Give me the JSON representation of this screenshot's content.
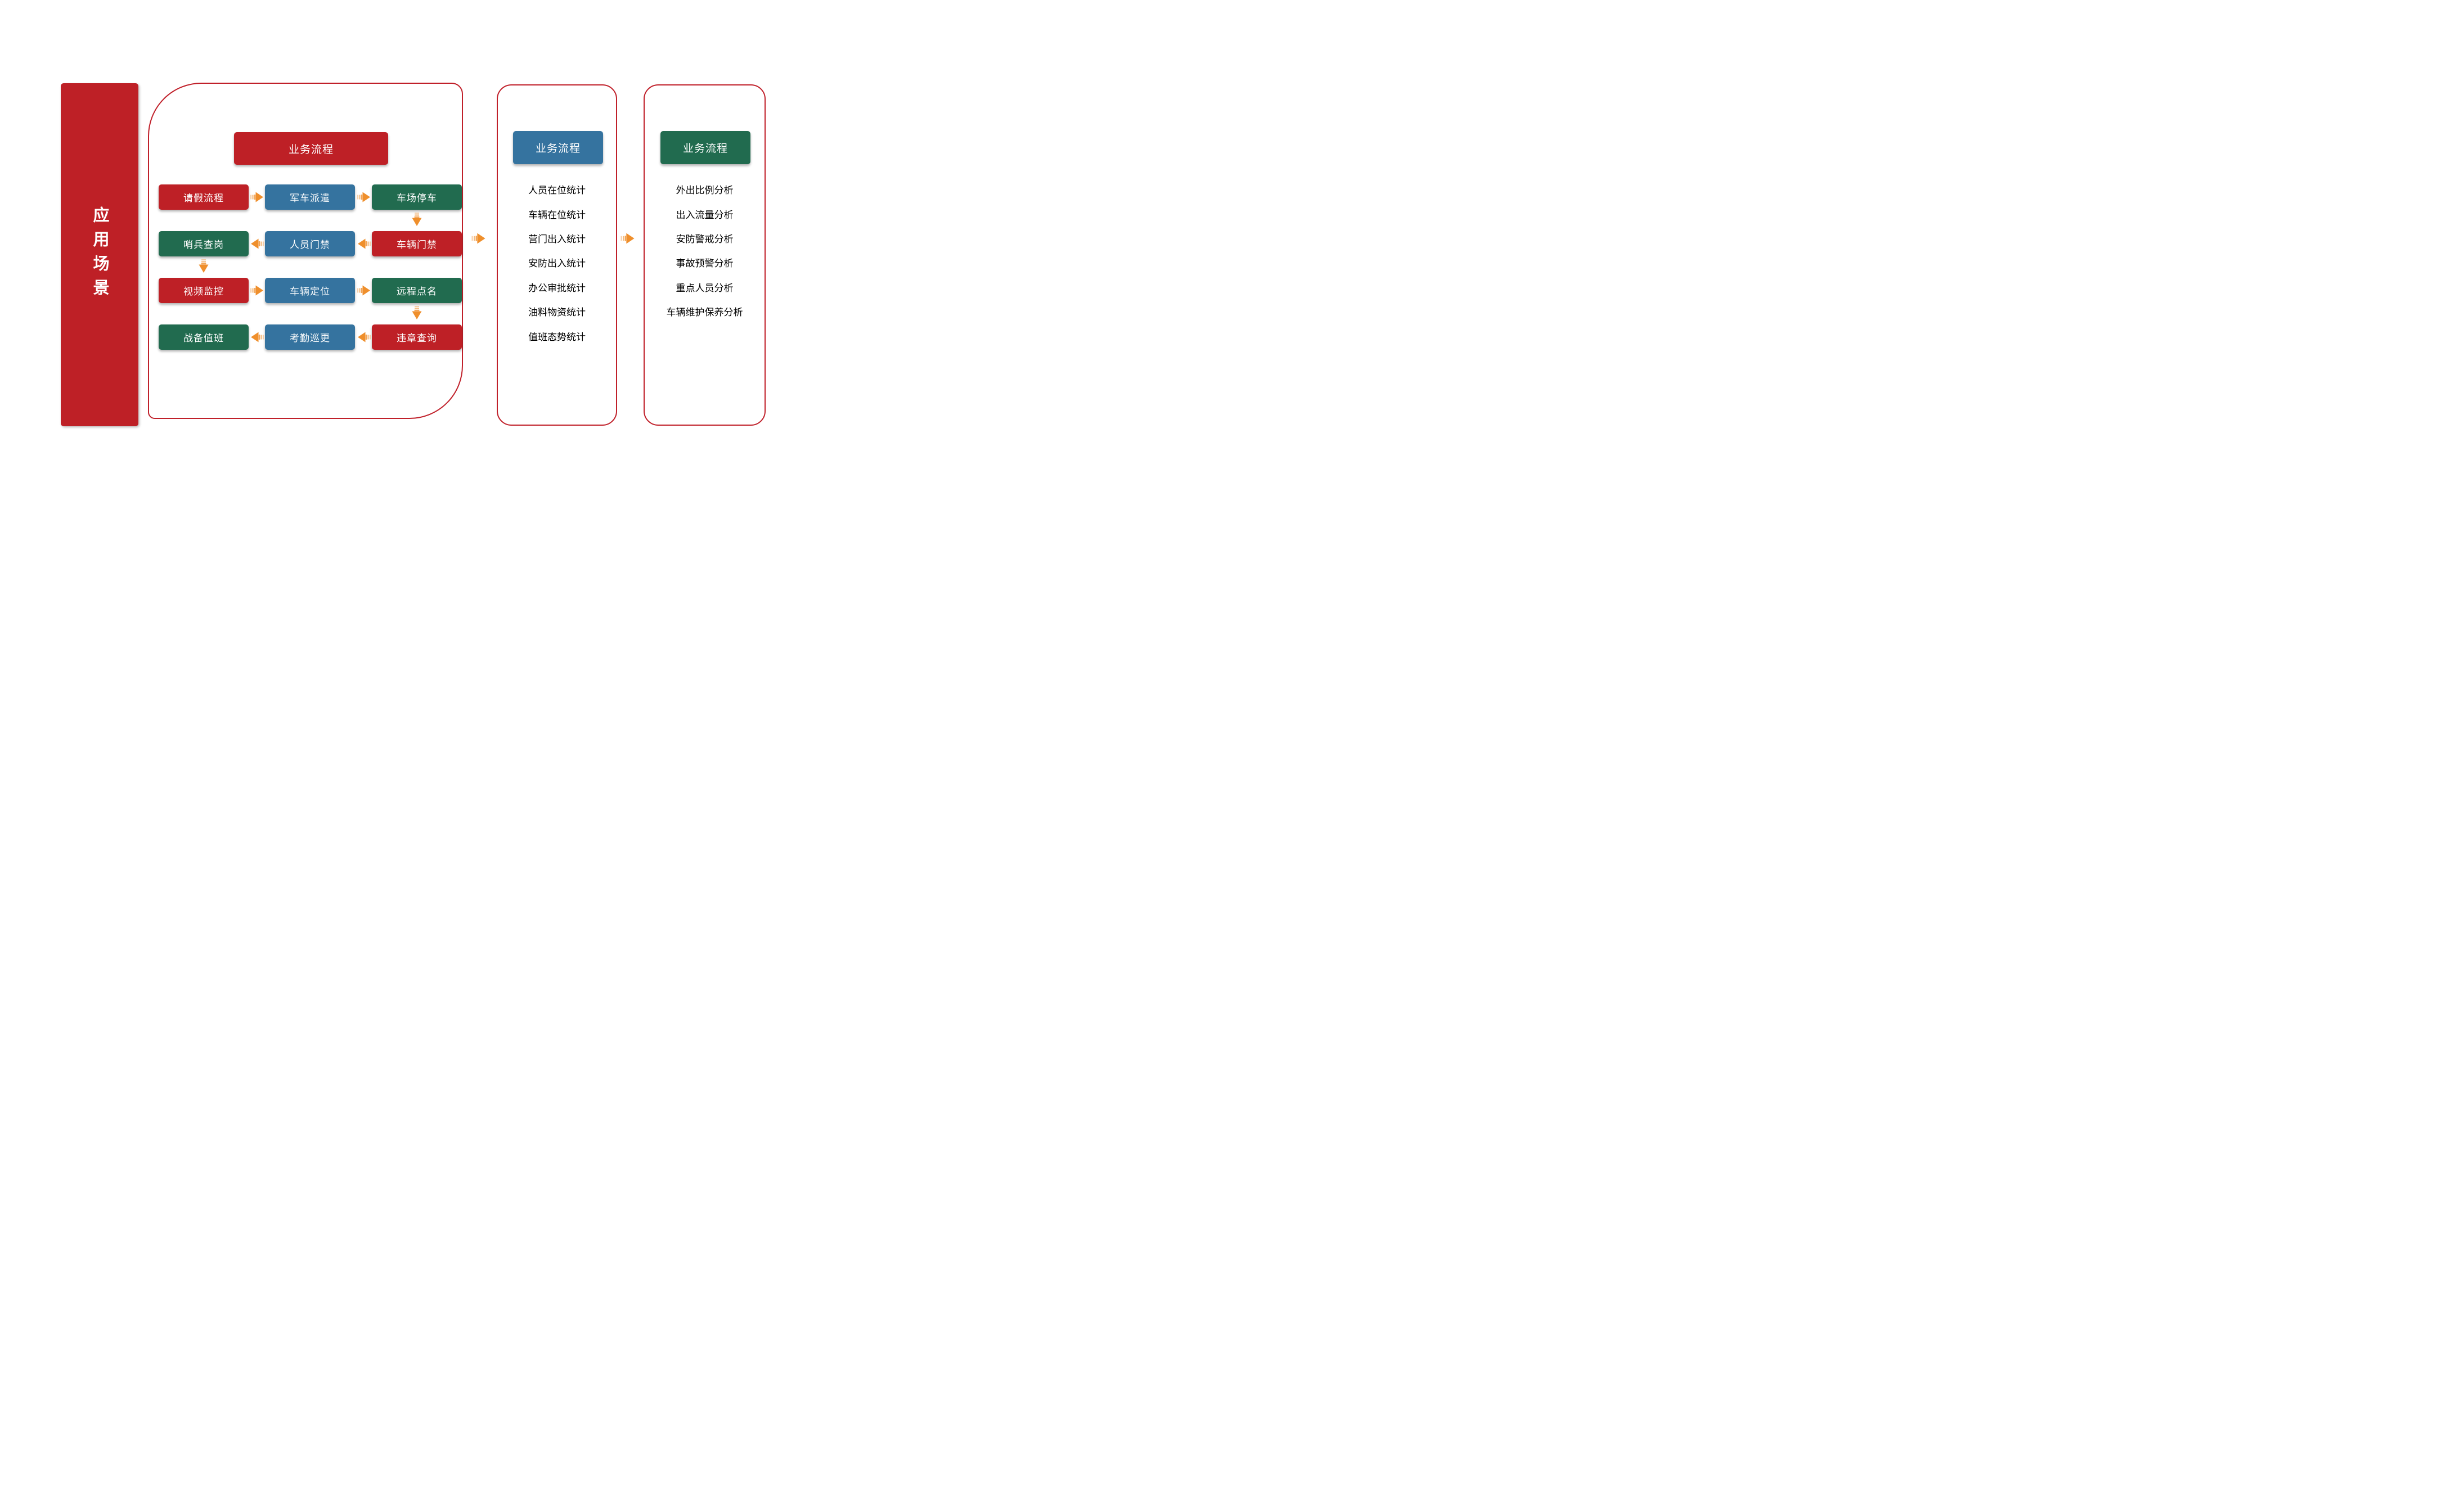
{
  "theme": {
    "red": "#BE2026",
    "red_border": "#C0202A",
    "blue": "#35739F",
    "green": "#216B4F",
    "orange": "#EF8F2C",
    "box_text": "#FFFFFF",
    "list_text": "#000000"
  },
  "sidebar": {
    "label": "应用场景"
  },
  "main_panel": {
    "header": {
      "label": "业务流程",
      "color": "red"
    },
    "cells": [
      {
        "label": "请假流程",
        "color": "red"
      },
      {
        "label": "军车派遣",
        "color": "blue"
      },
      {
        "label": "车场停车",
        "color": "green"
      },
      {
        "label": "哨兵查岗",
        "color": "green"
      },
      {
        "label": "人员门禁",
        "color": "blue"
      },
      {
        "label": "车辆门禁",
        "color": "red"
      },
      {
        "label": "视频监控",
        "color": "red"
      },
      {
        "label": "车辆定位",
        "color": "blue"
      },
      {
        "label": "远程点名",
        "color": "green"
      },
      {
        "label": "战备值班",
        "color": "green"
      },
      {
        "label": "考勤巡更",
        "color": "blue"
      },
      {
        "label": "违章查询",
        "color": "red"
      }
    ]
  },
  "stats_panel": {
    "header": {
      "label": "业务流程",
      "color": "blue"
    },
    "items": [
      "人员在位统计",
      "车辆在位统计",
      "营门出入统计",
      "安防出入统计",
      "办公审批统计",
      "油料物资统计",
      "值班态势统计"
    ]
  },
  "analysis_panel": {
    "header": {
      "label": "业务流程",
      "color": "green"
    },
    "items": [
      "外出比例分析",
      "出入流量分析",
      "安防警戒分析",
      "事故预警分析",
      "重点人员分析",
      "车辆维护保养分析"
    ]
  },
  "icons": {
    "flow_arrow_right": "➡",
    "flow_arrow_left": "⬅",
    "flow_arrow_down": "⬇"
  }
}
